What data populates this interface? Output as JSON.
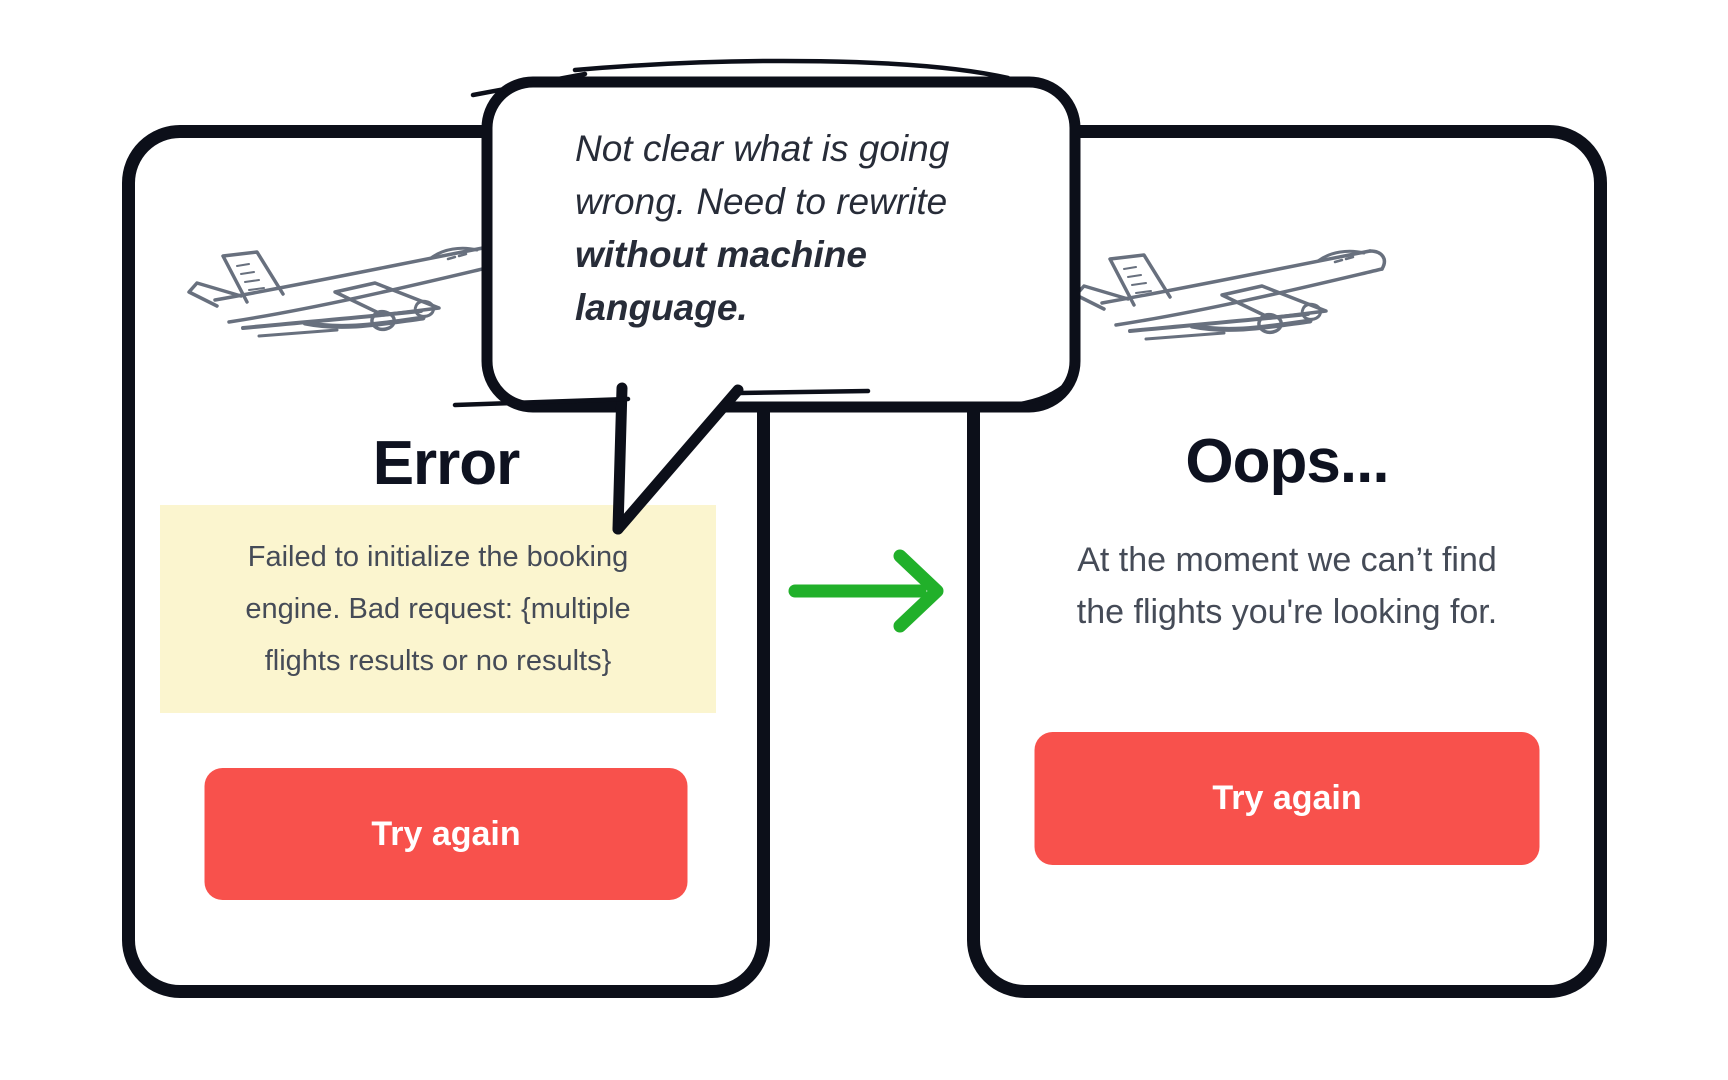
{
  "annotation_bubble": {
    "lines": [
      {
        "text": "Not clear what is going",
        "bold": false
      },
      {
        "text": "wrong. Need to rewrite",
        "bold": false
      },
      {
        "text": "without machine",
        "bold": true
      },
      {
        "text": "language.",
        "bold": true
      }
    ]
  },
  "before_screen": {
    "title": "Error",
    "message_lines": [
      "Failed to initialize the booking",
      "engine. Bad request: {multiple",
      "flights results or no results}"
    ],
    "message_highlighted": true,
    "button_label": "Try again"
  },
  "after_screen": {
    "title": "Oops...",
    "message_lines": [
      "At the moment we can’t find",
      "the flights you're looking for."
    ],
    "button_label": "Try again"
  },
  "icons": {
    "arrow": "arrow-right-icon",
    "plane": "airplane-sketch-icon",
    "bubble": "speech-bubble"
  },
  "colors": {
    "ink": "#0c0f19",
    "red": "#f8514c",
    "yellow": "#fbf5cf",
    "green": "#21b02a",
    "title": "#0e1220",
    "body": "#454b57",
    "bubble": "#272c38",
    "sketch": "#68707e"
  }
}
